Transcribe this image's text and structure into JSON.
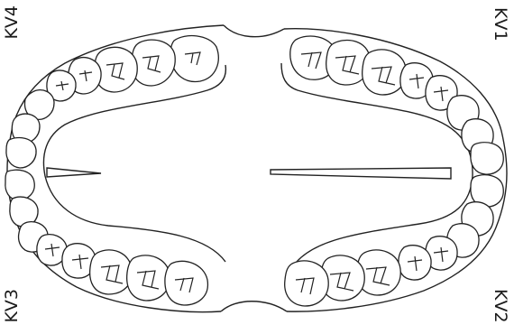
{
  "quadrants": {
    "top_left": "KV4",
    "top_right": "KV1",
    "bottom_right": "KV2",
    "bottom_left": "KV3"
  }
}
